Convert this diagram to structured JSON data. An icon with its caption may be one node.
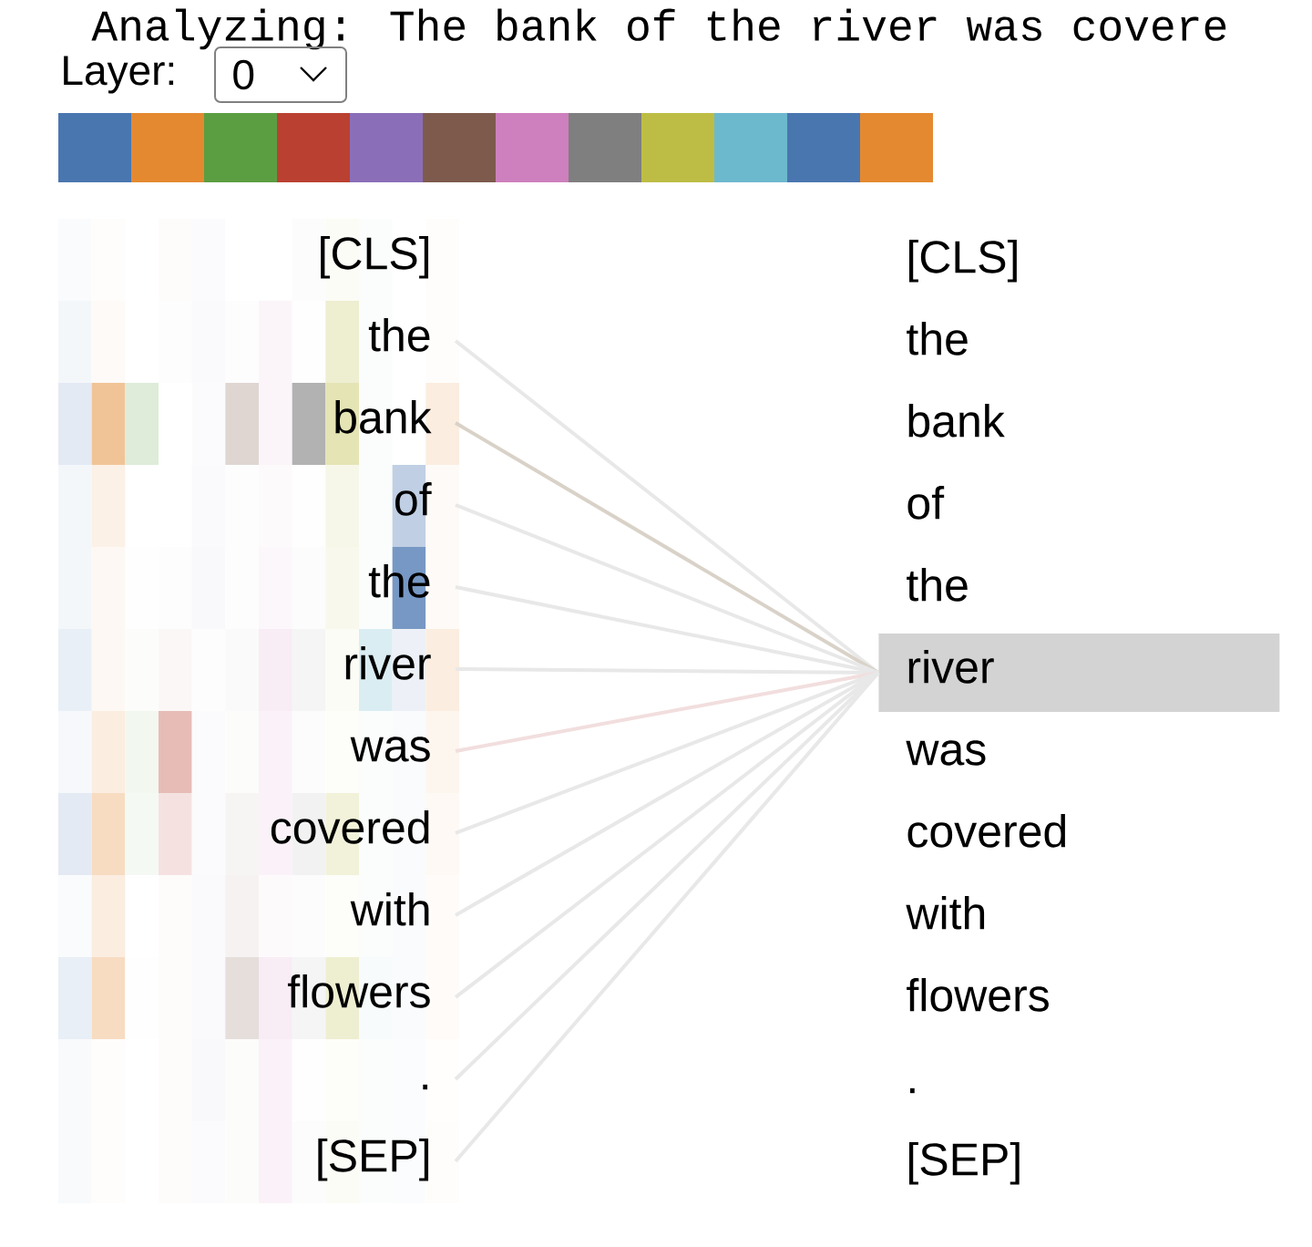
{
  "diagram": {
    "title": "Analyzing: The bank of the river was covere",
    "nodes": [
      {
        "text": [
          "[CLS]"
        ]
      },
      {
        "text": [
          "the"
        ]
      },
      {
        "text": [
          "bank"
        ]
      },
      {
        "text": [
          "of"
        ]
      },
      {
        "text": [
          "the"
        ]
      },
      {
        "text": [
          "river"
        ]
      },
      {
        "text": [
          "was"
        ]
      },
      {
        "text": [
          "covered"
        ]
      },
      {
        "text": [
          "with"
        ]
      },
      {
        "text": [
          "flowers"
        ]
      },
      {
        "text": [
          "."
        ]
      },
      {
        "text": [
          "[SEP]"
        ]
      },
      {
        "text": [
          "[CLS]"
        ]
      },
      {
        "text": [
          "the"
        ]
      },
      {
        "text": [
          "bank"
        ]
      },
      {
        "text": [
          "of"
        ]
      },
      {
        "text": [
          "the"
        ]
      },
      {
        "text": [
          "river"
        ]
      },
      {
        "text": [
          "was"
        ]
      },
      {
        "text": [
          "covered"
        ]
      },
      {
        "text": [
          "with"
        ]
      },
      {
        "text": [
          "flowers"
        ]
      },
      {
        "text": [
          "."
        ]
      },
      {
        "text": [
          "[SEP]"
        ]
      }
    ],
    "edges": [
      {
        "from": 1,
        "to": 17,
        "arrow": "none"
      },
      {
        "from": 2,
        "to": 17,
        "arrow": "none",
        "color": "#d9d2c8"
      },
      {
        "from": 3,
        "to": 17,
        "arrow": "none"
      },
      {
        "from": 4,
        "to": 17,
        "arrow": "none"
      },
      {
        "from": 5,
        "to": 17,
        "arrow": "none"
      },
      {
        "from": 6,
        "to": 17,
        "arrow": "none",
        "color": "#f2dede"
      },
      {
        "from": 7,
        "to": 17,
        "arrow": "none"
      },
      {
        "from": 8,
        "to": 17,
        "arrow": "none"
      },
      {
        "from": 9,
        "to": 17,
        "arrow": "none"
      },
      {
        "from": 10,
        "to": 17,
        "arrow": "none"
      },
      {
        "from": 11,
        "to": 17,
        "arrow": "none"
      }
    ],
    "labels": [
      "Layer:",
      "0"
    ]
  }
}
